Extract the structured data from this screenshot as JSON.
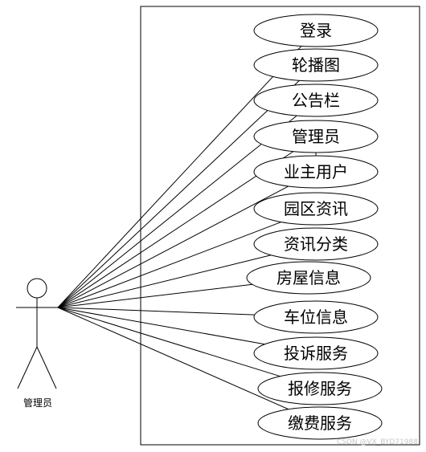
{
  "actor": {
    "label": "管理员"
  },
  "use_cases": [
    "登录",
    "轮播图",
    "公告栏",
    "管理员",
    "业主用户",
    "园区资讯",
    "资讯分类",
    "房屋信息",
    "车位信息",
    "投诉服务",
    "报修服务",
    "缴费服务"
  ],
  "watermark": "CSDN @VX_BYD71988"
}
